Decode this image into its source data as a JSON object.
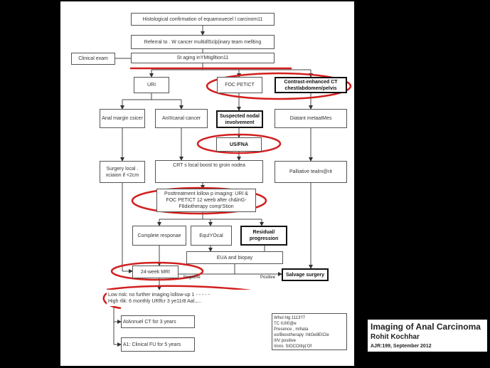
{
  "flow": {
    "histology": "Histological confirmation of equamouecel l carcinom11",
    "referral": "Referral to . W cancer multidlSclp|inary team mellting",
    "clinical_exam": "Clinical exam",
    "staging": "St aging inYMtiglltion11",
    "mri": "URI",
    "pet_ct": "FOC PETICT",
    "contrast_ct": "Contrast-enhanced CT chest/abdomen/pelvis",
    "anal_margin": "Anal margin csicer",
    "anal_canal": "AnIIIcanal cancer",
    "nodal": "Suspected nodal involvement",
    "distant_mets": "Diatant metaatMes",
    "us_fna": "US/FNA",
    "surgery": "Surgery local . xciaion if <2cm",
    "crt": "CRT s local boost to groin nodea",
    "palliative": "Palliative tealm@rit",
    "posttreatment": "Posttreatment lollow p imaging: URI & FOC PETICT 12 weeb after ch&lnG-F8diotherapy comp'Stion",
    "complete": "Complete responae",
    "equivocal": "EquIYOcal",
    "residual": "Residual/ progression",
    "eua": "EUA and biopay",
    "mri_24": "24-week MRI",
    "negative": "Negative",
    "positive": "Positive",
    "salvage": "Salvage surgery",
    "low_risk_1": "Low risk: no further imaging lollow-up  1 - - -   -    -",
    "low_risk_2": "High rlik: 6 monthly URlfcr 3 ye11r8             Aal.,...",
    "annual_ct": "AtAnnuel CT for 3 years",
    "clinical_fu": "A1: Clinical FU for 5 years"
  },
  "note": [
    "Whol hlg 1113?7",
    "TC IUII0@e",
    "Presence , mihata",
    "oo/Beostherapy :hitOe8EICle",
    "IIIV positive",
    "Immi. SIOCOIIIp|'Of"
  ],
  "caption": {
    "title": "Imaging of Anal Carcinoma",
    "author": "Rohit Kochhar",
    "citation": "AJR:199, September 2012"
  }
}
